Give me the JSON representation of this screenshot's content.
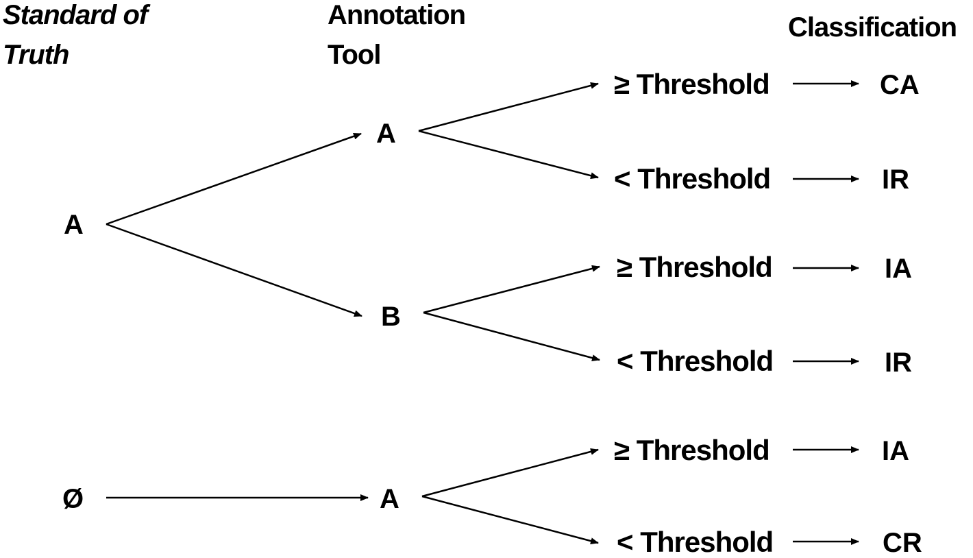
{
  "headers": {
    "standard_of_truth": [
      "Standard of",
      "Truth"
    ],
    "annotation_tool": [
      "Annotation",
      "Tool"
    ],
    "classification": "Classification"
  },
  "nodes": {
    "sot_a": "A",
    "sot_empty": "Ø",
    "tool_a_upper": "A",
    "tool_b": "B",
    "tool_a_lower": "A"
  },
  "thresholds": [
    "≥ Threshold",
    "< Threshold",
    "≥ Threshold",
    "< Threshold",
    "≥ Threshold",
    "< Threshold"
  ],
  "classifications": [
    "CA",
    "IR",
    "IA",
    "IR",
    "IA",
    "CR"
  ]
}
